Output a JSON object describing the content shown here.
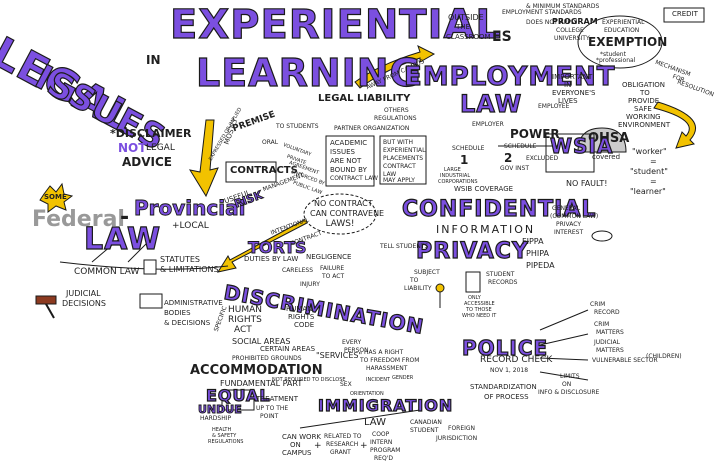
{
  "title": {
    "legal": "LEGAL",
    "issues": "ISSUES",
    "in": "IN",
    "experiential": "EXPERIENTIAL",
    "learning": "LEARNING"
  },
  "disclaimer": {
    "star": "*DISCLAIMER",
    "not": "NOT",
    "legal": "LEGAL",
    "advice": "ADVICE",
    "mostly": "MOSTLY"
  },
  "federal": {
    "some": "SOME",
    "federal": "Federal",
    "dash": "-",
    "provincial": "Provincial",
    "local": "+LOCAL",
    "law": "LAW",
    "statutes": "STATUTES",
    "limitations": "& LIMITATIONS",
    "common_law": "COMMON LAW",
    "judicial": "JUDICIAL",
    "decisions": "DECISIONS",
    "administrative": "ADMINISTRATIVE",
    "bodies": "BODIES",
    "and_decisions": "& DECISIONS"
  },
  "liability": {
    "title": "LEGAL LIABILITY",
    "others": "OTHERS",
    "regulations": "REGULATIONS",
    "to_students": "TO STUDENTS",
    "partner_org": "PARTNER ORGANIZATION",
    "academic_box": [
      "ACADEMIC",
      "ISSUES",
      "ARE NOT",
      "BOUND BY",
      "CONTRACT LAW"
    ],
    "experiential_box": [
      "BUT WITH",
      "EXPERIENTIAL",
      "PLACEMENTS",
      "CONTRACT",
      "LAW",
      "MAY APPLY"
    ],
    "premise": "PREMISE",
    "expressed": "EXPRESSED OR IMPLIED",
    "oral": "ORAL",
    "contracts": "CONTRACTS",
    "voluntary": "VOLUNTARY",
    "private": "PRIVATE",
    "agreement": "AGREEMENT",
    "enforced": "ENFORCED BY",
    "public_law": "PUBLIC LAW",
    "useful": "USEFUL",
    "risk": "RISK",
    "management": "MANAGEMENT",
    "no_contract": [
      "NO CONTRACT",
      "CAN CONTRAVENE",
      "LAWS!"
    ],
    "torts": "TORTS",
    "intentional": "INTENTIONAL",
    "contract_word": "CONTRACT",
    "duties": "DUTIES BY LAW",
    "negligence": "NEGLIGENCE",
    "careless": "CARELESS",
    "failure": "FAILURE",
    "to_act": "TO ACT",
    "injury": "INJURY"
  },
  "employment": {
    "outside": "OUTSIDE",
    "the": "THE",
    "classroom": "CLASSROOM",
    "away_campus": "AWAY FROM CAMPUS",
    "es": "ES",
    "employment_stds": "EMPLOYMENT STANDARDS",
    "minimum": "& MINIMUM STANDARDS",
    "program": "PROGRAM",
    "college": "COLLEGE",
    "university": "UNIVERSITY",
    "does_not": "DOES NOT APPLY",
    "exp_edu": [
      "EXPERIENTIAL",
      "EDUCATION"
    ],
    "exemption": "EXEMPTION",
    "credit": "CREDIT",
    "student_prof": [
      "*student",
      "*professional"
    ],
    "title": "EMPLOYMENT",
    "law": "LAW",
    "important": [
      "IMPORTANT",
      "IN",
      "EVERYONE'S",
      "LIVES"
    ],
    "employer": "EMPLOYER",
    "employee": "EMPLOYEE",
    "ohsa": "OHSA",
    "covered": "covered",
    "obligation": [
      "OBLIGATION",
      "TO",
      "PROVIDE",
      "SAFE",
      "WORKING",
      "ENVIRONMENT"
    ],
    "mechanism": [
      "MECHANISM",
      "FOR",
      "RESOLUTION"
    ],
    "power": "POWER",
    "schedule1": "SCHEDULE",
    "one": "1",
    "two": "2",
    "two_label": "SCHEDULE",
    "gov_inst": "GOV INST",
    "large": [
      "LARGE",
      "INDUSTRIAL",
      "CORPORATIONS"
    ],
    "excluded": "EXCLUDED",
    "wsib": "WSIB COVERAGE",
    "wsia": "WSIA",
    "worker": "\"worker\"",
    "eq1": "=",
    "student": "\"student\"",
    "eq2": "=",
    "learner": "\"learner\"",
    "no_fault": "NO FAULT!"
  },
  "privacy": {
    "confidential": "CONFIDENTIAL",
    "information": "INFORMATION",
    "general": [
      "GENERAL",
      "(COMMON LAW)",
      "PRIVACY",
      "INTEREST"
    ],
    "privacy": "PRIVACY",
    "tell_students": "TELL STUDENTS",
    "fippa": "FIPPA",
    "phipa": "PHIPA",
    "pipeda": "PIPEDA",
    "subject": [
      "SUBJECT",
      "TO",
      "LIABILITY"
    ],
    "records": [
      "STUDENT",
      "RECORDS"
    ],
    "only_accessible": [
      "ONLY",
      "ACCESSIBLE",
      "TO THOSE",
      "WHO NEED IT"
    ]
  },
  "discrimination": {
    "title": "DISCRIMINATION",
    "specific": "SPECIFIC",
    "human_rights": [
      "HUMAN",
      "RIGHTS",
      "ACT"
    ],
    "social": "SOCIAL AREAS",
    "certain": "CERTAIN AREAS",
    "prohibited": "PROHIBITED GROUNDS",
    "human_code": [
      "HUMAN",
      "RIGHTS",
      "CODE"
    ],
    "services": "\"SERVICES\"",
    "every_person": [
      "EVERY",
      "PERSON",
      "HAS A RIGHT",
      "TO FREEDOM FROM",
      "HARASSMENT"
    ],
    "sex": "SEX",
    "incident": "INCIDENT",
    "gender": "GENDER",
    "orientation": "ORIENTATION",
    "accommodation": "ACCOMMODATION",
    "fundamental": "FUNDAMENTAL PART",
    "not_required": "NOT REQUIRED TO DISCLOSE",
    "equal": "EQUAL",
    "treatment": "TREATMENT",
    "undue": "UNDUE",
    "hardship": "HARDSHIP",
    "up_to": [
      "UP TO THE",
      "POINT"
    ],
    "health": [
      "HEALTH",
      "& SAFETY",
      "REGULATIONS"
    ]
  },
  "police": {
    "title": "POLICE",
    "record_check": "RECORD CHECK",
    "nov": "NOV 1, 2018",
    "crim_record": [
      "CRIM",
      "RECORD"
    ],
    "crim_matters": [
      "CRIM",
      "MATTERS"
    ],
    "judicial": [
      "JUDICIAL",
      "MATTERS"
    ],
    "vulnerable": "VULNERABLE SECTOR",
    "children": "(CHILDREN)",
    "limits": [
      "LIMITS",
      "ON",
      "INFO & DISCLOSURE"
    ],
    "standardization": [
      "STANDARDIZATION",
      "OF PROCESS"
    ]
  },
  "immigration": {
    "title": "IMMIGRATION",
    "law": "LAW",
    "canadian": [
      "CANADIAN",
      "STUDENT"
    ],
    "foreign": "FOREIGN",
    "jurisdiction": "JURISDICTION",
    "can_work": [
      "CAN WORK",
      "ON",
      "CAMPUS"
    ],
    "plus1": "+",
    "related": [
      "RELATED TO",
      "RESEARCH",
      "GRANT"
    ],
    "plus2": "+",
    "coop": [
      "COOP",
      "INTERN",
      "PROGRAM",
      "REQ'D"
    ]
  },
  "colors": {
    "purple": "#7b4fe0",
    "yellow": "#f2c200",
    "ink": "#1f1f1f",
    "grey": "#9a9a9a"
  }
}
